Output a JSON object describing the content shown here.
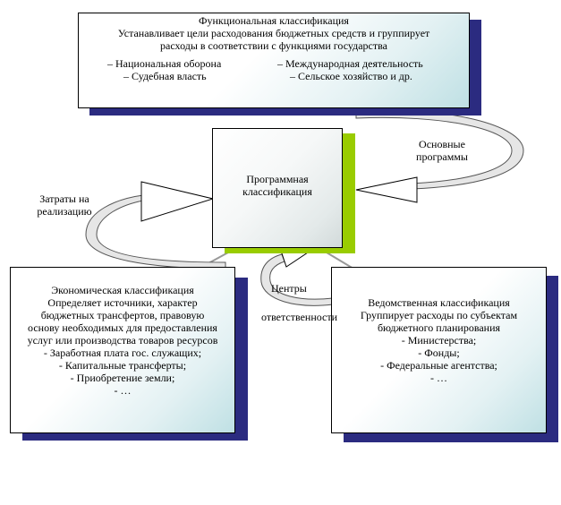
{
  "functional": {
    "title": "Функциональная классификация",
    "line1": "Устанавливает цели расходования бюджетных средств и группирует",
    "line2": "расходы в соответствии с функциями государства",
    "item1": "– Национальная оборона",
    "item2": "– Международная деятельность",
    "item3": "– Судебная власть",
    "item4": "– Сельское хозяйство и др."
  },
  "program": {
    "line1": "Программная",
    "line2": "классификация"
  },
  "economic": {
    "line1": "Экономическая классификация",
    "line2": "Определяет источники, характер",
    "line3": "бюджетных трансфертов, правовую",
    "line4": "основу необходимых для предоставления",
    "line5": "услуг или производства товаров ресурсов",
    "line6": "- Заработная плата гос. служащих;",
    "line7": "- Капитальные трансферты;",
    "line8": "- Приобретение земли;",
    "line9": "- …"
  },
  "departmental": {
    "line1": "Ведомственная классификация",
    "line2": "Группирует расходы по субъектам",
    "line3": "бюджетного планирования",
    "line4": "- Министерства;",
    "line5": "- Фонды;",
    "line6": "- Федеральные агентства;",
    "line7": "- …"
  },
  "labels": {
    "basic_programs_1": "Основные",
    "basic_programs_2": "программы",
    "costs_1": "Затраты на",
    "costs_2": "реализацию",
    "centers_1": "Центры",
    "centers_2": "ответственности"
  },
  "colors": {
    "navy_shadow": "#2b2b80",
    "green_shadow": "#99cc00",
    "arrow_fill": "#ffffff",
    "arc_fill": "#e6e6e6"
  }
}
